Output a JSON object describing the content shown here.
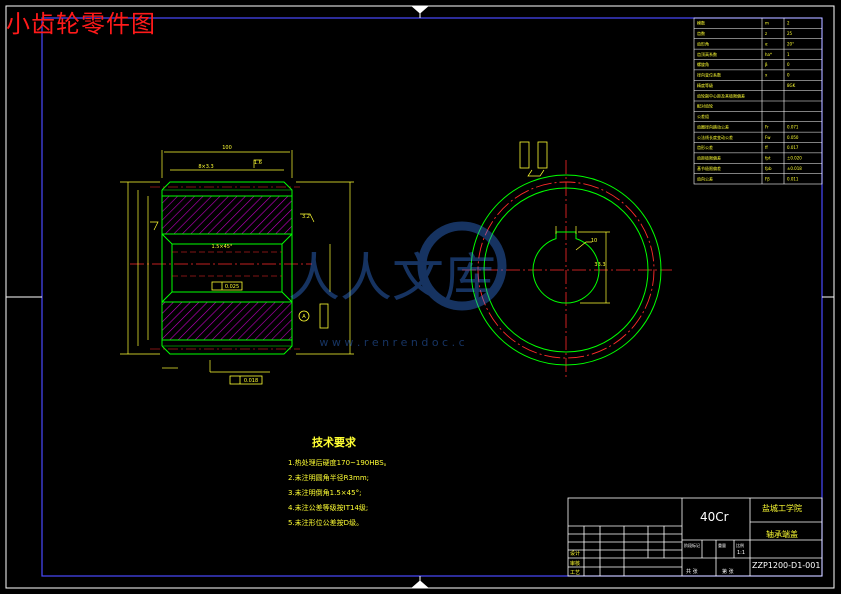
{
  "title": "小齿轮零件图",
  "watermark": {
    "brand": "人人文库",
    "url": "w w w . r e n r e n d o c . c"
  },
  "notes": {
    "heading": "技术要求",
    "items": [
      "1.热处理后硬度170~190HBS。",
      "2.未注明圆角半径R3mm;",
      "3.未注明倒角1.5×45°;",
      "4.未注公差等级按IT14级;",
      "5.未注形位公差按D级。"
    ]
  },
  "title_block": {
    "material": "40Cr",
    "school": "盐城工学院",
    "part_name": "轴承端盖",
    "drawing_no": "ZZP1200-D1-001",
    "row_labels": [
      "设计",
      "审核",
      "工艺"
    ],
    "bottom_labels": [
      "共 张",
      "第 张"
    ],
    "stage_labels": [
      "阶段标记",
      "重量",
      "比例"
    ],
    "scale": "1:1"
  },
  "param_table": {
    "rows": [
      "模数",
      "齿数",
      "齿形角",
      "齿顶高系数",
      "螺旋角",
      "径向变位系数",
      "精度等级",
      "齿轮副中心距及其极限偏差",
      "配对齿轮",
      "公差组",
      "齿圈径向跳动公差",
      "公法线长度变动公差",
      "齿形公差",
      "齿距极限偏差",
      "基节极限偏差",
      "齿向公差"
    ],
    "codes": [
      "m",
      "z",
      "α",
      "ha*",
      "β",
      "x",
      "",
      "",
      "",
      "",
      "Fr",
      "Fw",
      "ff",
      "fpt",
      "fpb",
      "Fβ"
    ],
    "values": [
      "2",
      "25",
      "20°",
      "1",
      "0",
      "0",
      "8GK",
      "",
      "",
      "",
      "0.071",
      "0.050",
      "0.017",
      "±0.020",
      "±0.018",
      "0.011"
    ]
  },
  "dimensions": {
    "overall_width": "100",
    "keyway": "8×3.3",
    "chamfer": "1.5×45°",
    "datum": "A",
    "tolerance_1": "0.025",
    "tolerance_2": "0.018",
    "roughness_1": "1.6",
    "roughness_2": "3.2",
    "bore_depth": "33.3",
    "key_width": "10"
  }
}
